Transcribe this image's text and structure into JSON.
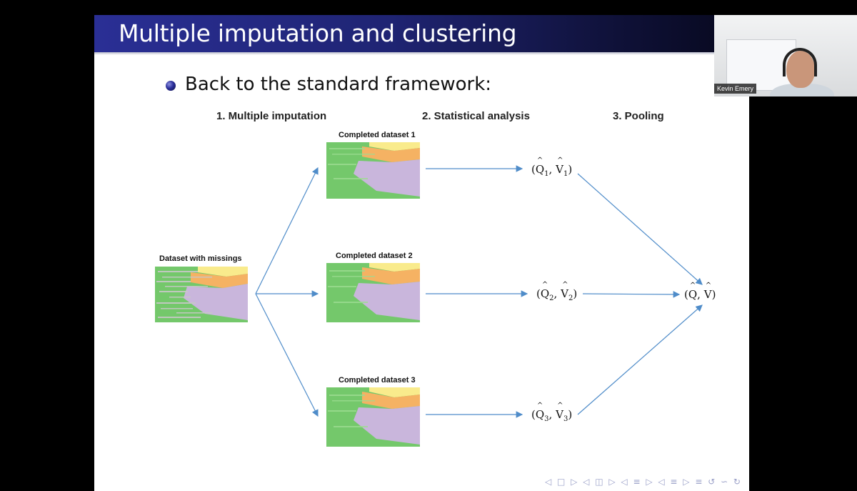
{
  "slide": {
    "title": "Multiple imputation and clustering",
    "bullet": "Back to the standard framework:",
    "steps": {
      "imputation": "1. Multiple imputation",
      "analysis": "2. Statistical analysis",
      "pooling": "3. Pooling"
    },
    "datasets": {
      "missing": "Dataset with missings",
      "completed_1": "Completed dataset 1",
      "completed_2": "Completed dataset 2",
      "completed_3": "Completed dataset 3"
    },
    "formulas": {
      "q1": "Q",
      "v1": "V",
      "sub1": "1",
      "q2": "Q",
      "v2": "V",
      "sub2": "2",
      "q3": "Q",
      "v3": "V",
      "sub3": "3",
      "q": "Q",
      "v": "V"
    },
    "nav_glyphs": "◁ □ ▷ ◁ ◫ ▷ ◁ ≡ ▷ ◁ ≡ ▷ ≡ ↺ ∽ ↻"
  },
  "colors": {
    "green": "#74c86b",
    "orange": "#f5b263",
    "purple": "#c9b6dc",
    "yellow": "#f9eb8c",
    "grey": "#c8c8c8",
    "arrow": "#4f8cc9"
  },
  "webcam": {
    "participant_name": "Kevin Emery"
  }
}
